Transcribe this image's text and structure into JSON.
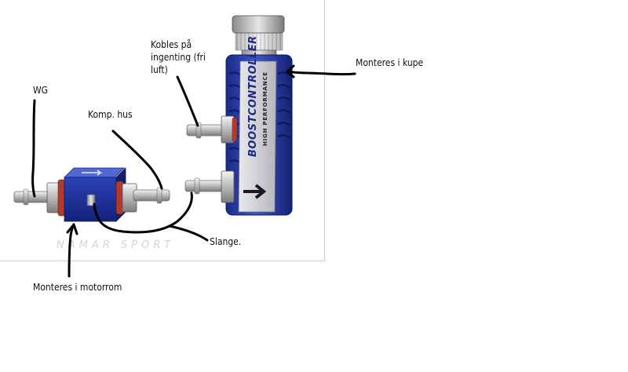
{
  "annotations": {
    "wg": "WG",
    "komp_hus": "Komp. hus",
    "kobles": "Kobles på\ningenting (fri\nluft)",
    "monteres_kupe": "Monteres i kupe",
    "slange": "Slange.",
    "monteres_motorrom": "Monteres i motorrom"
  },
  "product": {
    "brand_text": "BOOSTCONTROLLER",
    "sub_text": "HIGH PERFORMANCE",
    "watermark": "NAMAR SPORT"
  },
  "colors": {
    "anodized_blue": "#1c2f93",
    "annotation_ink": "#000000"
  }
}
